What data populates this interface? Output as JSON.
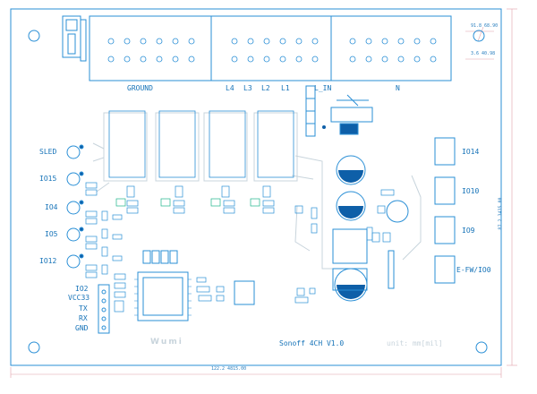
{
  "board": {
    "title": "Sonoff 4CH V1.0",
    "unit": "unit: mm[mil]",
    "logo": "Wumi"
  },
  "terminals": {
    "ground": "GROUND",
    "loads": [
      "L4",
      "L3",
      "L2",
      "L1"
    ],
    "l_in": "L_IN",
    "neutral": "N"
  },
  "io_left": [
    "SLED",
    "IO15",
    "IO4",
    "IO5",
    "IO12"
  ],
  "header": [
    "IO2",
    "VCC33",
    "TX",
    "RX",
    "GND"
  ],
  "io_right": [
    "IO14",
    "IO10",
    "IO9",
    "E-FW/IO0"
  ],
  "dimensions": {
    "top_right_a": "91.8 68.90",
    "top_right_b": "3.6 40.98",
    "bottom": "122.2 4815.00",
    "right_side": "87.2 3435.00"
  },
  "colors": {
    "outline": "#2a8fd6",
    "text": "#1673b8",
    "ghost": "#c8d4dc",
    "dimension": "#e0a0a8",
    "fill_dark": "#0e5fa8"
  }
}
